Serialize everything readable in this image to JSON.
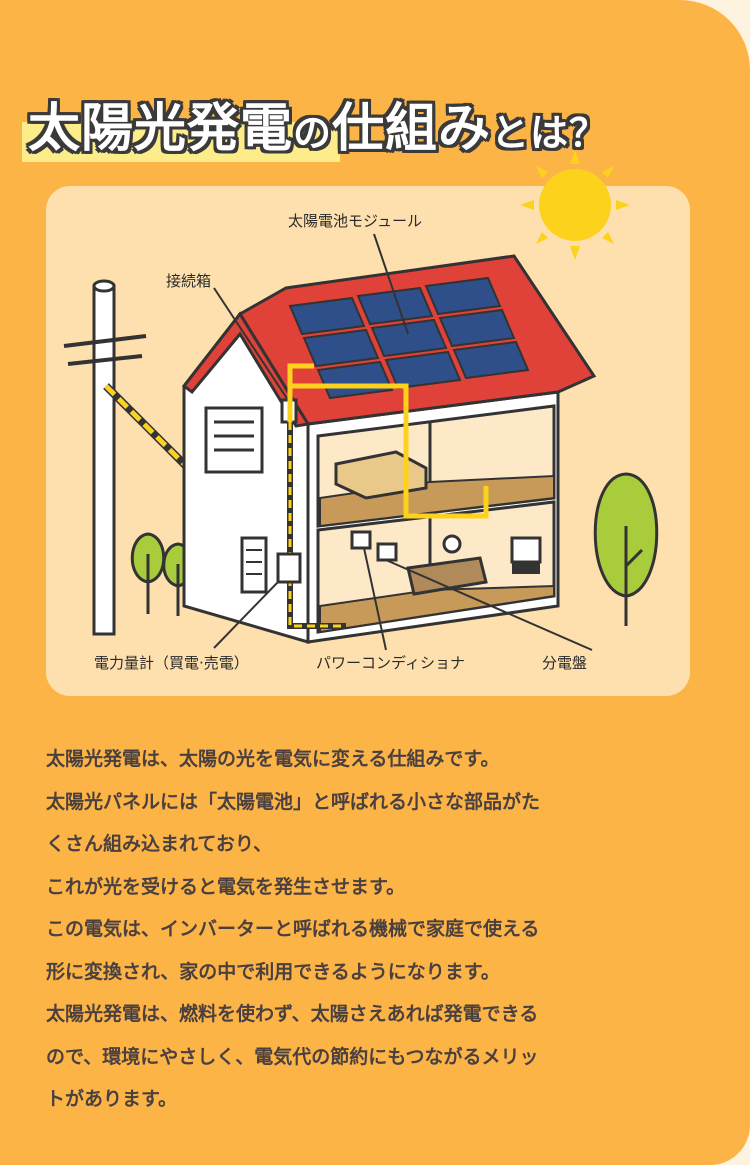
{
  "title": {
    "part1": "太陽光発電",
    "part2": "の",
    "part3": "仕組み",
    "part4": "とは？"
  },
  "illustration": {
    "labels": {
      "module": "太陽電池モジュール",
      "junction_box": "接続箱",
      "meter": "電力量計（買電·売電）",
      "power_conditioner": "パワーコンディショナ",
      "distribution_board": "分電盤"
    }
  },
  "body": {
    "lines": [
      "太陽光発電は、太陽の光を電気に変える仕組みです。",
      "太陽光パネルには「太陽電池」と呼ばれる小さな部品がた",
      "くさん組み込まれており、",
      "これが光を受けると電気を発生させます。",
      "この電気は、インバーターと呼ばれる機械で家庭で使える",
      "形に変換され、家の中で利用できるようになります。",
      "太陽光発電は、燃料を使わず、太陽さえあれば発電できる",
      "ので、環境にやさしく、電気代の節約にもつながるメリッ",
      "トがあります。"
    ]
  },
  "colors": {
    "background": "#fdb446",
    "panel": "#fde0ae",
    "roof": "#e0423a",
    "solar_panel": "#2e4f8a",
    "sun": "#fcd21c",
    "wire": "#fcd21c",
    "tree": "#a8cc3c"
  },
  "icons": [
    "sun-icon",
    "house-icon",
    "utility-pole-icon",
    "tree-icon"
  ]
}
